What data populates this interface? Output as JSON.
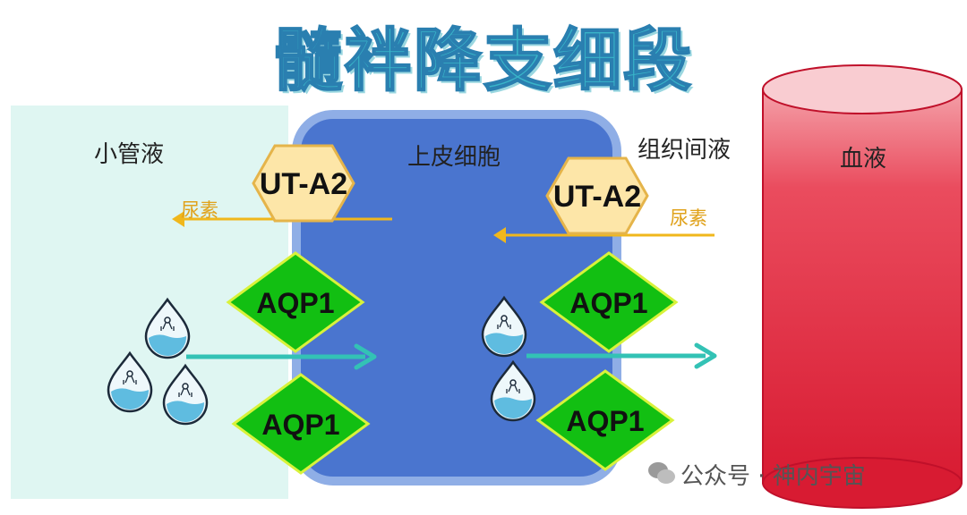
{
  "title": "髓袢降支细段",
  "regions": {
    "lumen": "小管液",
    "cell": "上皮细胞",
    "interstitial": "组织间液",
    "blood": "血液"
  },
  "transporters": {
    "ut_left": "UT-A2",
    "ut_right": "UT-A2",
    "aqp_1": "AQP1",
    "aqp_2": "AQP1",
    "aqp_3": "AQP1",
    "aqp_4": "AQP1"
  },
  "urea_labels": {
    "left": "尿素",
    "right": "尿素"
  },
  "watermark": "公众号 · 神内宇宙",
  "colors": {
    "title": "#39b5c9",
    "lumen_bg": "#dff6f2",
    "cell_fill": "#4a75cf",
    "hexagon": "#fde6a8",
    "aqp": "#12bf12",
    "urea_arrow": "#f0b71c",
    "water_arrow": "#33c2b5",
    "blood": "#e0233a"
  }
}
